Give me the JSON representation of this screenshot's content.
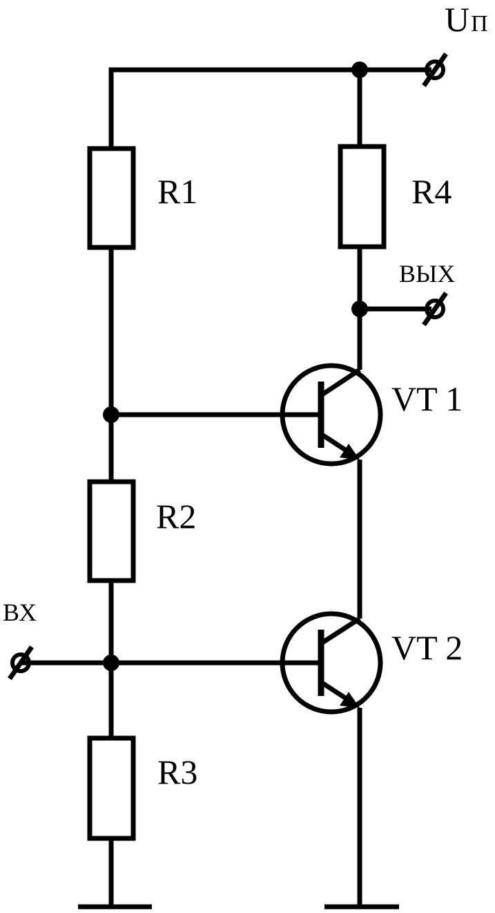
{
  "labels": {
    "supply_main": "U",
    "supply_sub": "П",
    "output": "ВЫХ",
    "input": "ВХ"
  },
  "components": {
    "resistors": [
      "R1",
      "R2",
      "R3",
      "R4"
    ],
    "transistors": [
      "VT 1",
      "VT 2"
    ]
  }
}
